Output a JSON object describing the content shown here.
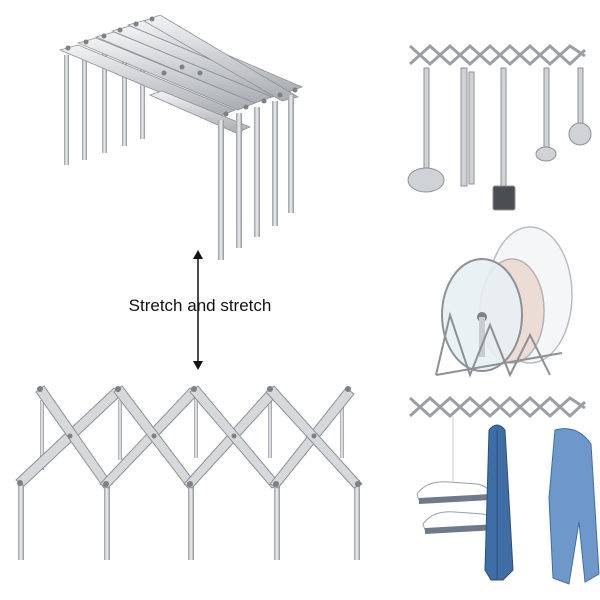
{
  "caption": "Stretch and stretch",
  "panels": {
    "folded": "folded-rack",
    "expanded": "expanded-rack",
    "utensils": "utensil-hanging-photo",
    "lids": "pot-lid-holder-photo",
    "clothes": "clothes-hanging-photo"
  },
  "colors": {
    "metal": "#c9ccd0",
    "metal_dark": "#8d9196",
    "metal_light": "#eceef0",
    "glass": "#e8f0f4",
    "denim": "#3f6ea6",
    "denim_dark": "#2b4f7e"
  }
}
